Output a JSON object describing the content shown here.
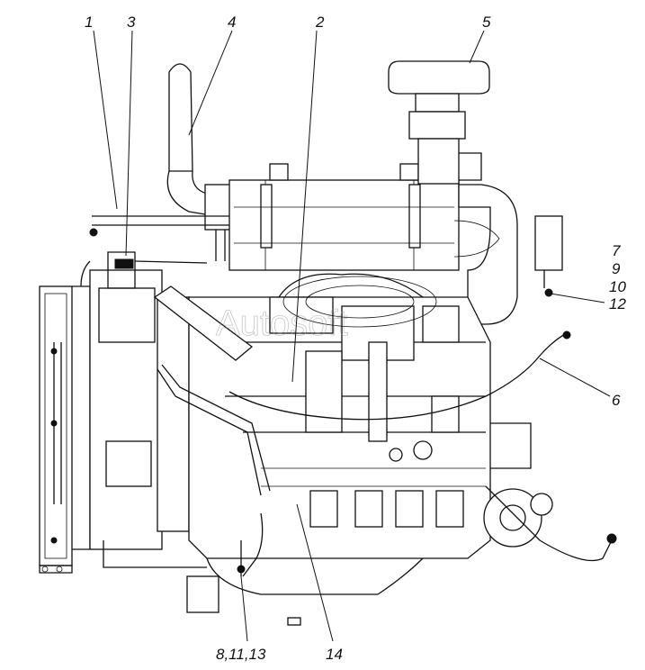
{
  "diagram": {
    "callouts": {
      "c1": "1",
      "c2": "2",
      "c3": "3",
      "c4": "4",
      "c5": "5",
      "c6": "6",
      "c7": "7",
      "c9": "9",
      "c10": "10",
      "c12": "12",
      "c8_11_13": "8,11,13",
      "c14": "14"
    },
    "watermark": "Autosoft"
  }
}
